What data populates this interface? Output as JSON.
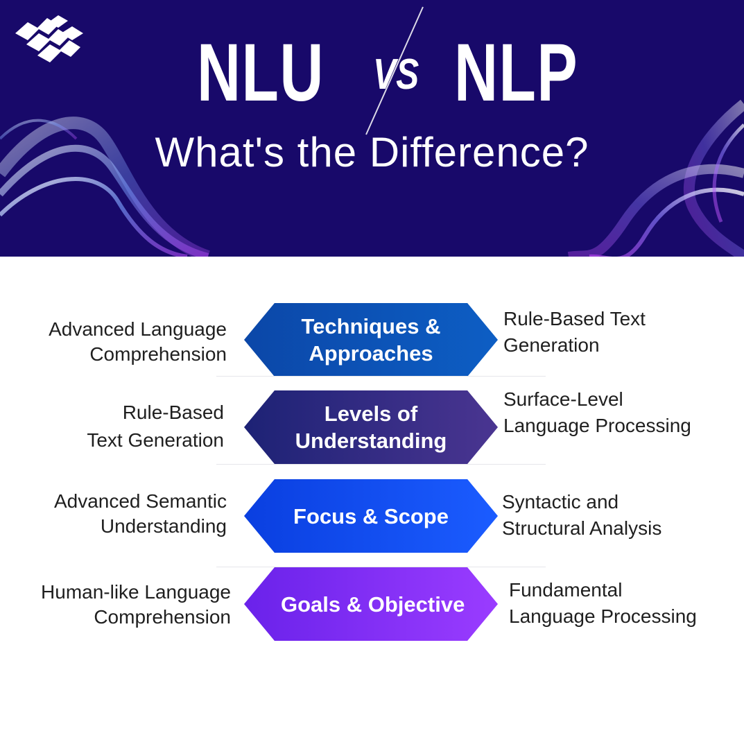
{
  "header": {
    "title_left": "NLU",
    "vs": "VS",
    "title_right": "NLP",
    "subtitle": "What's the Difference?",
    "bg_color": "#18096a"
  },
  "logo": {
    "icon": "grid-wave-logo-icon"
  },
  "rows": [
    {
      "center": [
        "Techniques &",
        "Approaches"
      ],
      "left": [
        "Advanced Language",
        "Comprehension"
      ],
      "right": [
        "Rule-Based Text",
        "Generation"
      ],
      "color_start": "#0b47a8",
      "color_end": "#0d5ec4"
    },
    {
      "center": [
        "Levels of",
        "Understanding"
      ],
      "left": [
        "Rule-Based",
        "Text Generation"
      ],
      "right": [
        "Surface-Level",
        "Language Processing"
      ],
      "color_start": "#1d2275",
      "color_end": "#4a3591"
    },
    {
      "center": [
        "Focus & Scope"
      ],
      "left": [
        "Advanced Semantic",
        "Understanding"
      ],
      "right": [
        "Syntactic and",
        "Structural Analysis"
      ],
      "color_start": "#0a3fe0",
      "color_end": "#1b5cff"
    },
    {
      "center": [
        "Goals & Objective"
      ],
      "left": [
        "Human-like Language",
        "Comprehension"
      ],
      "right": [
        "Fundamental",
        "Language Processing"
      ],
      "color_start": "#6a22ea",
      "color_end": "#9a3cff"
    }
  ]
}
